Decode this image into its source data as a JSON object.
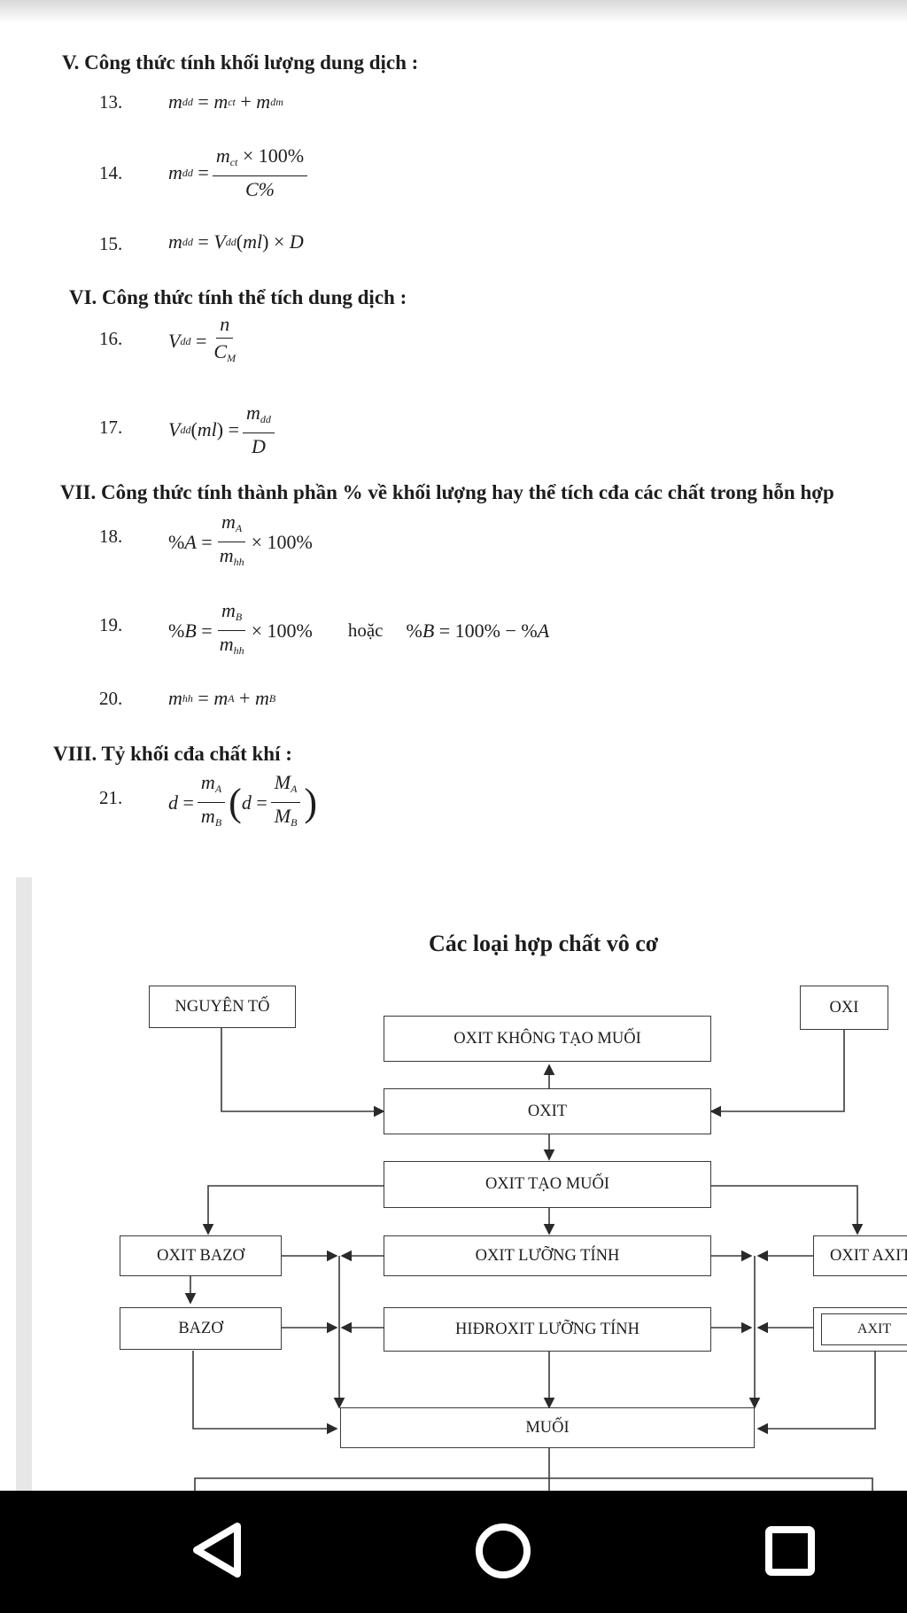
{
  "sections": {
    "v": {
      "heading": "V.  Công thức tính khối lượng  dung dịch  :"
    },
    "vi": {
      "heading": "VI.  Công thức tính thể tích dung dịch  :"
    },
    "vii": {
      "heading": "VII.  Công thức tính thành phần % về khối lượng  hay thể tích cđa các chất trong hỗn hợp"
    },
    "viii": {
      "heading": "VIII.  Tỷ khối cđa chất khí :"
    }
  },
  "formulas": [
    {
      "num": "13."
    },
    {
      "num": "14."
    },
    {
      "num": "15."
    },
    {
      "num": "16."
    },
    {
      "num": "17."
    },
    {
      "num": "18."
    },
    {
      "num": "19.",
      "word": "hoặc"
    },
    {
      "num": "20."
    },
    {
      "num": "21."
    }
  ],
  "diagram": {
    "title": "Các loại hợp chất vô cơ",
    "boxes": {
      "nguyen_to": "NGUYÊN TỐ",
      "oxi": "OXI",
      "oxit_khong_tao_muoi": "OXIT KHÔNG TẠO MUỐI",
      "oxit": "OXIT",
      "oxit_tao_muoi": "OXIT TẠO MUỐI",
      "oxit_bazo": "OXIT BAZƠ",
      "oxit_luong_tinh": "OXIT LƯỠNG TÍNH",
      "oxit_axit": "OXIT AXIT",
      "bazo": "BAZƠ",
      "hidroxit_luong_tinh": "HIĐROXIT LƯỠNG TÍNH",
      "axit": "AXIT",
      "muoi": "MUỐI"
    }
  },
  "navbar": {
    "back_icon": "back-triangle-icon",
    "home_icon": "home-circle-icon",
    "recents_icon": "recents-square-icon"
  }
}
